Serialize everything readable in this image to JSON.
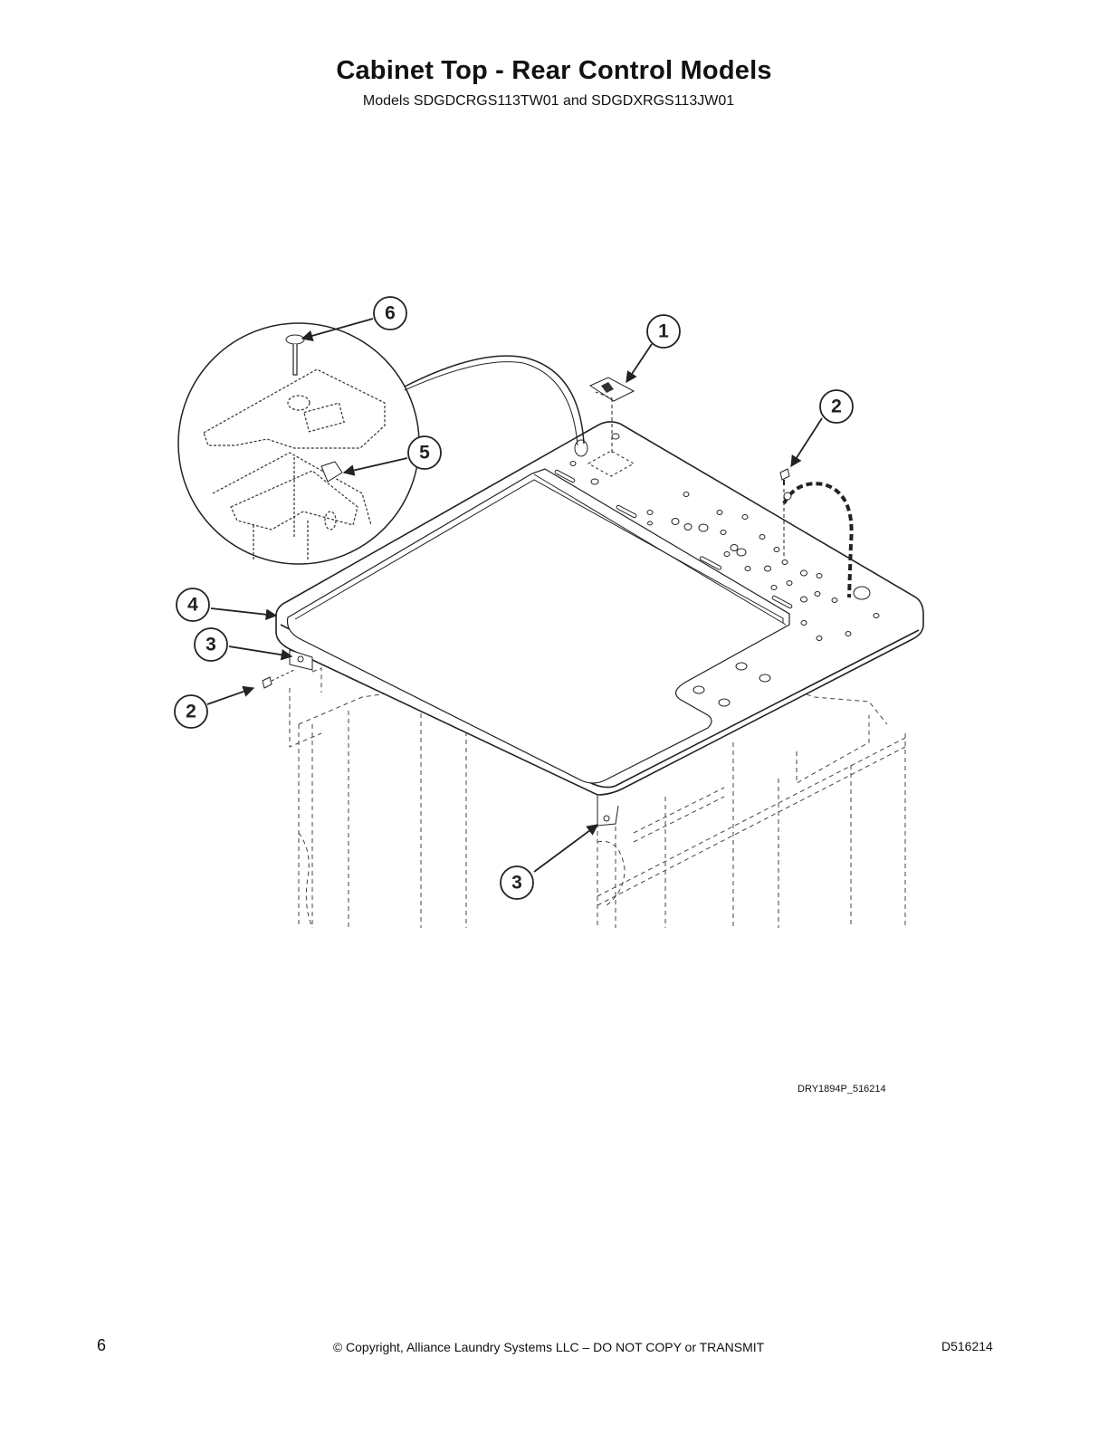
{
  "header": {
    "title": "Cabinet Top - Rear Control Models",
    "subtitle": "Models SDGDCRGS113TW01 and SDGDXRGS113JW01"
  },
  "diagram": {
    "callouts": [
      {
        "id": "callout-6",
        "label": "6"
      },
      {
        "id": "callout-1",
        "label": "1"
      },
      {
        "id": "callout-2-top",
        "label": "2"
      },
      {
        "id": "callout-5",
        "label": "5"
      },
      {
        "id": "callout-4",
        "label": "4"
      },
      {
        "id": "callout-3-left",
        "label": "3"
      },
      {
        "id": "callout-2-left",
        "label": "2"
      },
      {
        "id": "callout-3-bottom",
        "label": "3"
      }
    ],
    "drawing_id": "DRY1894P_516214"
  },
  "footer": {
    "page_number": "6",
    "copyright": "© Copyright, Alliance Laundry Systems LLC – DO NOT COPY or TRANSMIT",
    "document_id": "D516214"
  }
}
